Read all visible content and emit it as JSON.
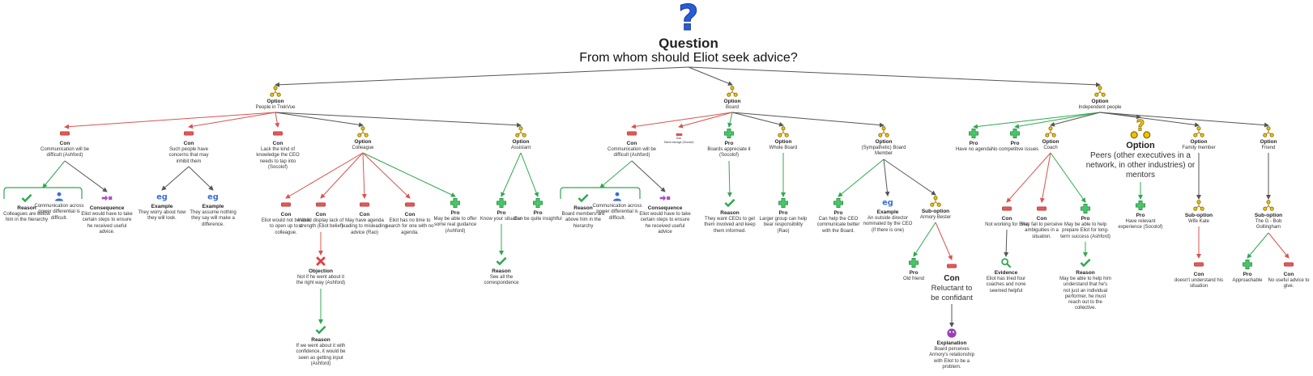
{
  "colors": {
    "con": "#d9534f",
    "pro": "#2fa84f",
    "neutral": "#555555",
    "option": "#e0b000",
    "question": "#2a5bd7"
  },
  "nodes": [
    {
      "type": "question",
      "icon": "question-icon",
      "label": "Question",
      "text": "From whom should Eliot seek advice?"
    },
    {
      "type": "option",
      "icon": "option-icon",
      "label": "Option",
      "text": "People in TrekVue"
    },
    {
      "type": "option",
      "icon": "option-icon",
      "label": "Option",
      "text": "Board"
    },
    {
      "type": "option",
      "icon": "option-icon",
      "label": "Option",
      "text": "Independent people"
    },
    {
      "type": "con",
      "icon": "minus-icon",
      "label": "Con",
      "text": "Communication will be difficult (Ashford)"
    },
    {
      "type": "con",
      "icon": "minus-icon",
      "label": "Con",
      "text": "Such people have concerns that may inhibit them"
    },
    {
      "type": "con",
      "icon": "minus-icon",
      "label": "Con",
      "text": "Lack the kind of knowledge the CEO needs to tap into (Socolof)"
    },
    {
      "type": "option",
      "icon": "option-icon",
      "label": "Option",
      "text": "Colleague"
    },
    {
      "type": "option",
      "icon": "option-icon",
      "label": "Option",
      "text": "Assistant"
    },
    {
      "type": "con",
      "icon": "minus-icon",
      "label": "Con",
      "text": "Communication will be difficult (Ashford)"
    },
    {
      "type": "con",
      "icon": "minus-icon",
      "label": "Con",
      "text": "Talent storage (Socolof)"
    },
    {
      "type": "pro",
      "icon": "plus-icon",
      "label": "Pro",
      "text": "Boards appreciate it (Socolof)"
    },
    {
      "type": "option",
      "icon": "option-icon",
      "label": "Option",
      "text": "Whole Board"
    },
    {
      "type": "option",
      "icon": "option-icon",
      "label": "Option",
      "text": "(Sympathetic) Board Member"
    },
    {
      "type": "pro",
      "icon": "plus-icon",
      "label": "Pro",
      "text": "Have no agenda"
    },
    {
      "type": "pro",
      "icon": "plus-icon",
      "label": "Pro",
      "text": "No competitive issues"
    },
    {
      "type": "option",
      "icon": "option-icon",
      "label": "Option",
      "text": "Coach"
    },
    {
      "type": "option",
      "icon": "option-question-icon",
      "label": "Option",
      "text": "Peers (other executives in a network, in other industries) or  mentors"
    },
    {
      "type": "option",
      "icon": "option-icon",
      "label": "Option",
      "text": "Family member"
    },
    {
      "type": "option",
      "icon": "option-icon",
      "label": "Option",
      "text": "Friend"
    },
    {
      "type": "reason",
      "icon": "check-icon",
      "label": "Reason",
      "text": "Colleagues are below him in the hierarchy"
    },
    {
      "type": "note",
      "icon": "person-icon",
      "label": "",
      "text": "Communication across power differential is difficult."
    },
    {
      "type": "consequence",
      "icon": "arrow-box-icon",
      "label": "Consequence",
      "text": "Eliot would have to take certain steps to ensure he received useful advice."
    },
    {
      "type": "example",
      "icon": "eg-icon",
      "label": "Example",
      "text": "They worry about how they will look."
    },
    {
      "type": "example",
      "icon": "eg-icon",
      "label": "Example",
      "text": "They assume nothing they say will make a difference."
    },
    {
      "type": "con",
      "icon": "minus-icon",
      "label": "Con",
      "text": "Eliot would not be able to open up to a colleague."
    },
    {
      "type": "con",
      "icon": "minus-icon",
      "label": "Con",
      "text": "Would display lack of strength (Eliot belief)"
    },
    {
      "type": "con",
      "icon": "minus-icon",
      "label": "Con",
      "text": "May have agenda leading to misleading advice (Rao)"
    },
    {
      "type": "con",
      "icon": "minus-icon",
      "label": "Con",
      "text": "Eliot has no time to search for one with no agenda."
    },
    {
      "type": "pro",
      "icon": "plus-icon",
      "label": "Pro",
      "text": "May be able to offer some real guidance (Ashford)"
    },
    {
      "type": "pro",
      "icon": "plus-icon",
      "label": "Pro",
      "text": "Know your situation"
    },
    {
      "type": "pro",
      "icon": "plus-icon",
      "label": "Pro",
      "text": "Can be quite insightful"
    },
    {
      "type": "reason",
      "icon": "check-icon",
      "label": "Reason",
      "text": "Board members are above him in the hierarchy"
    },
    {
      "type": "note",
      "icon": "person-icon",
      "label": "",
      "text": "Communication across power differential is difficult."
    },
    {
      "type": "consequence",
      "icon": "arrow-box-icon",
      "label": "Consequence",
      "text": "Eliot would have to take certain steps to ensure he received useful advice"
    },
    {
      "type": "reason",
      "icon": "check-icon",
      "label": "Reason",
      "text": "They want CEOs to get them involved and keep them informed."
    },
    {
      "type": "pro",
      "icon": "plus-icon",
      "label": "Pro",
      "text": "Larger group can help bear responsibility (Rao)"
    },
    {
      "type": "pro",
      "icon": "plus-icon",
      "label": "Pro",
      "text": "Can help the CEO communicate better with the Board."
    },
    {
      "type": "example",
      "icon": "eg-icon",
      "label": "Example",
      "text": "An outside director nominated by the CEO (if there is one)"
    },
    {
      "type": "option",
      "icon": "option-icon",
      "label": "Sub-option",
      "text": "Armory Bester"
    },
    {
      "type": "con",
      "icon": "minus-icon",
      "label": "Con",
      "text": "Not working for Eliot"
    },
    {
      "type": "con",
      "icon": "minus-icon",
      "label": "Con",
      "text": "May fail to perceive ambiguities in a situation."
    },
    {
      "type": "pro",
      "icon": "plus-icon",
      "label": "Pro",
      "text": "May be able to help prepare Eliot for long-term success (Ashford)"
    },
    {
      "type": "pro",
      "icon": "plus-icon",
      "label": "Pro",
      "text": "Have relevant experience (Socolof)"
    },
    {
      "type": "option",
      "icon": "option-icon",
      "label": "Sub-option",
      "text": "Wife Kate"
    },
    {
      "type": "option",
      "icon": "option-icon",
      "label": "Sub-option",
      "text": "The G - Bob Gollingham"
    },
    {
      "type": "objection",
      "icon": "x-icon",
      "label": "Objection",
      "text": "Not if he went about it the right way (Ashford)"
    },
    {
      "type": "reason",
      "icon": "check-icon",
      "label": "Reason",
      "text": "See all the correspondence"
    },
    {
      "type": "pro",
      "icon": "plus-icon",
      "label": "Pro",
      "text": "Old friend"
    },
    {
      "type": "con",
      "icon": "minus-icon",
      "label": "Con",
      "text": "Reluctant to be confidant"
    },
    {
      "type": "evidence",
      "icon": "magnifier-icon",
      "label": "Evidence",
      "text": "Eliot has tried four coaches and none seemed helpful"
    },
    {
      "type": "reason",
      "icon": "check-icon",
      "label": "Reason",
      "text": "May be able to help him understand that he's not just an individual performer, he must reach out to the collective."
    },
    {
      "type": "con",
      "icon": "minus-icon",
      "label": "Con",
      "text": "doesn't understand his situation"
    },
    {
      "type": "pro",
      "icon": "plus-icon",
      "label": "Pro",
      "text": "Approachable"
    },
    {
      "type": "con",
      "icon": "minus-icon",
      "label": "Con",
      "text": "No useful advice to give."
    },
    {
      "type": "reason",
      "icon": "check-icon",
      "label": "Reason",
      "text": "If we went about it with confidence, it would be seen as getting input (Ashford)"
    },
    {
      "type": "explanation",
      "icon": "explanation-icon",
      "label": "Explanation",
      "text": "Board perceives Armory's relationship with Eliot to be a problem."
    }
  ]
}
